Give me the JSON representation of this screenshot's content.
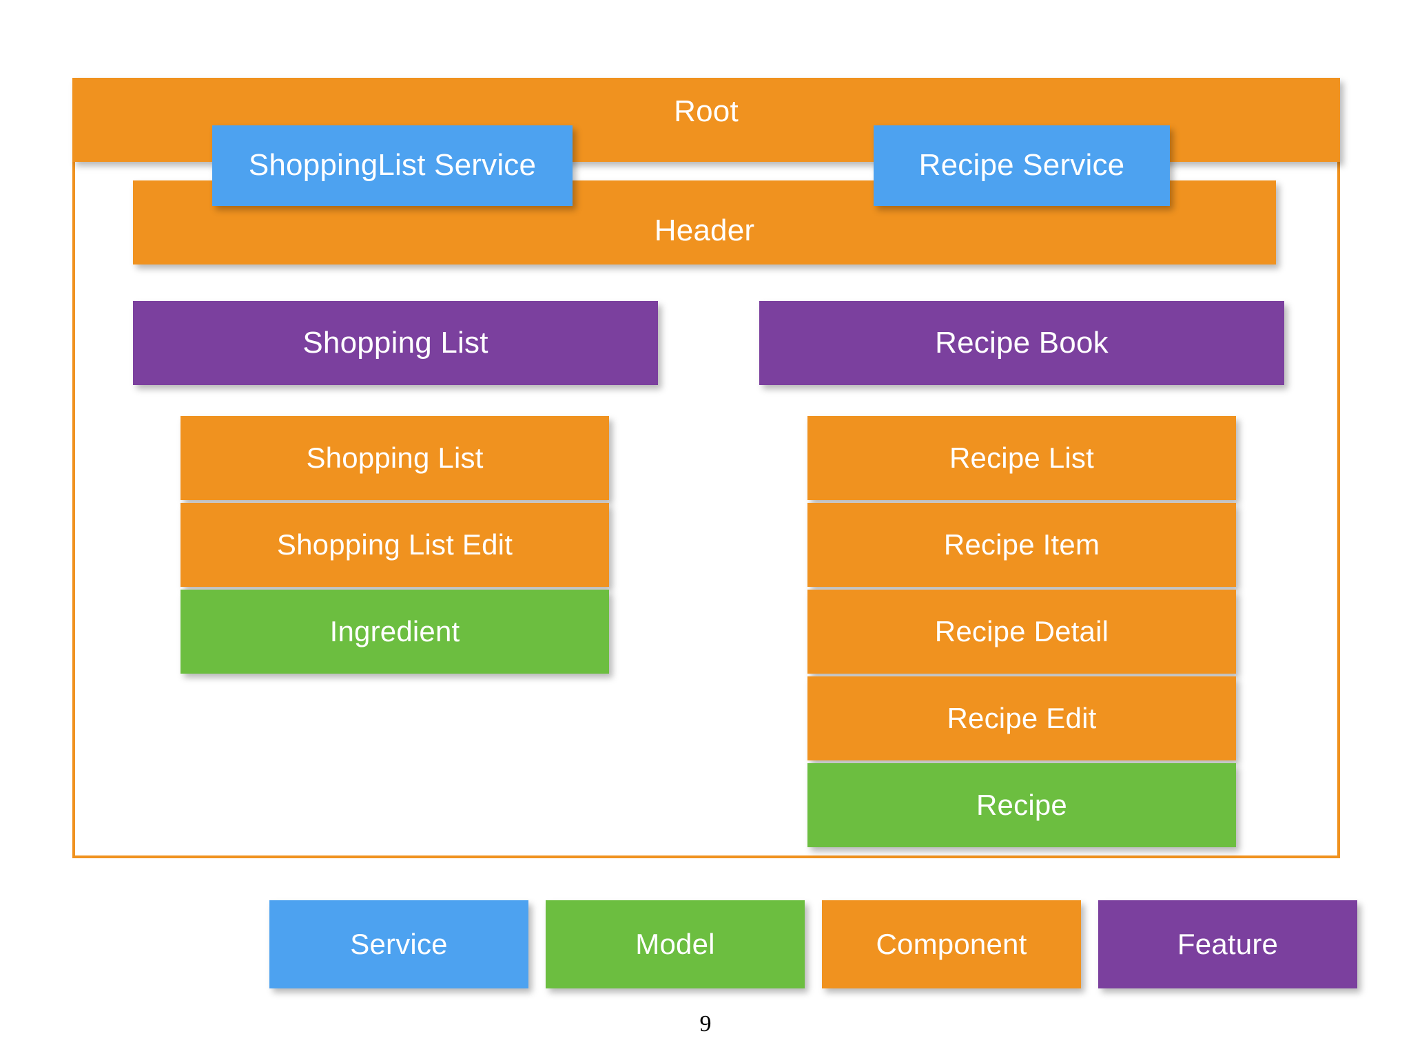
{
  "slide": {
    "page_number": "9"
  },
  "palette": {
    "component": "#F0921F",
    "service": "#4DA2F0",
    "model": "#6CBE40",
    "feature": "#7B409E",
    "background": "#FFFFFF",
    "page_number_color": "#000000"
  },
  "diagram": {
    "root": {
      "label": "Root",
      "type": "Component"
    },
    "header": {
      "label": "Header",
      "type": "Component"
    },
    "services": [
      {
        "label": "ShoppingList Service",
        "type": "Service"
      },
      {
        "label": "Recipe Service",
        "type": "Service"
      }
    ],
    "features": [
      {
        "label": "Shopping List",
        "type": "Feature"
      },
      {
        "label": "Recipe Book",
        "type": "Feature"
      }
    ],
    "columns": [
      {
        "feature": "Shopping List",
        "items": [
          {
            "label": "Shopping List",
            "type": "Component"
          },
          {
            "label": "Shopping List Edit",
            "type": "Component"
          },
          {
            "label": "Ingredient",
            "type": "Model"
          }
        ]
      },
      {
        "feature": "Recipe Book",
        "items": [
          {
            "label": "Recipe List",
            "type": "Component"
          },
          {
            "label": "Recipe Item",
            "type": "Component"
          },
          {
            "label": "Recipe Detail",
            "type": "Component"
          },
          {
            "label": "Recipe Edit",
            "type": "Component"
          },
          {
            "label": "Recipe",
            "type": "Model"
          }
        ]
      }
    ]
  },
  "legend": {
    "items": [
      {
        "label": "Service",
        "color": "#4DA2F0"
      },
      {
        "label": "Model",
        "color": "#6CBE40"
      },
      {
        "label": "Component",
        "color": "#F0921F"
      },
      {
        "label": "Feature",
        "color": "#7B409E"
      }
    ]
  }
}
